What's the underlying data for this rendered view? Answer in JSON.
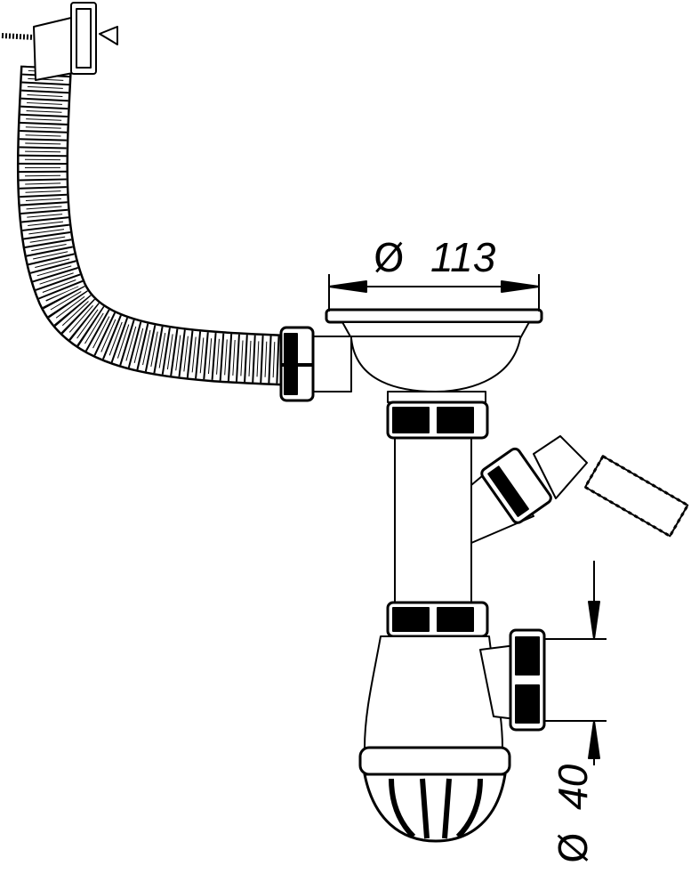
{
  "dimensions": {
    "strainer_diameter": {
      "symbol": "Ø",
      "value": "113"
    },
    "outlet_diameter": {
      "symbol": "Ø",
      "value": "40"
    }
  },
  "colors": {
    "line": "#000000",
    "background": "#ffffff"
  }
}
